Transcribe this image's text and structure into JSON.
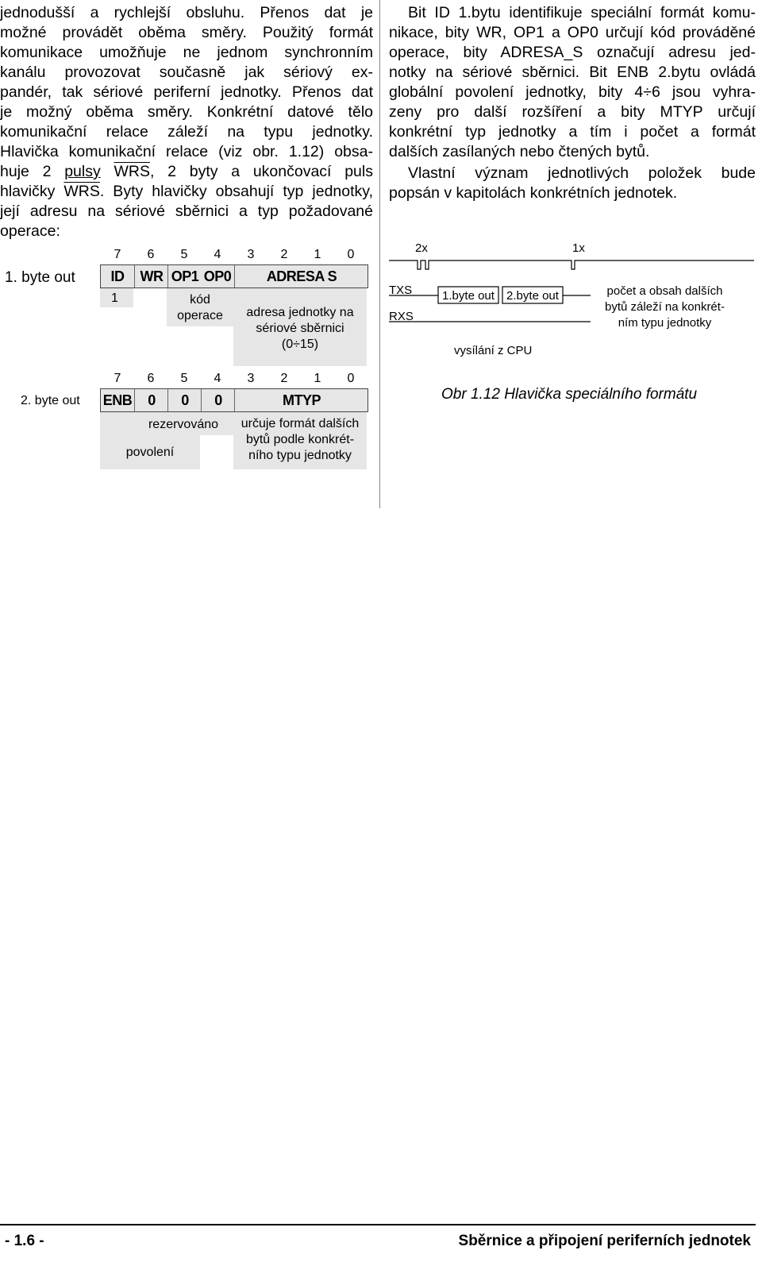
{
  "left_text_lines": [
    "jednodušší a rychlejší obsluhu. Přenos dat je",
    "možné provádět oběma směry. Použitý formát",
    "komunikace umožňuje ne jednom synchronním",
    "kanálu provozovat současně jak sériový ex-",
    "pandér, tak sériové periferní jednotky. Přenos dat",
    "je možný oběma směry. Konkrétní datové tělo",
    "komunikační relace záleží na typu jednotky.",
    "Hlavička komunikační relace (viz obr. 1.12) obsa-"
  ],
  "left_line9": {
    "a": "huje 2 ",
    "b": "pulsy",
    "c": " ",
    "d": "WRS",
    "e": ", 2 byty a ukončovací puls"
  },
  "left_line10": {
    "a": "hlavičky ",
    "b": "WRS",
    "c": ". Byty hlavičky obsahují typ jednotky,"
  },
  "left_tail_lines": [
    "její adresu na sériové sběrnici a typ požadované",
    "operace:"
  ],
  "byte1": {
    "label": "1. byte out",
    "bit_numbers": [
      "7",
      "6",
      "5",
      "4",
      "3",
      "2",
      "1",
      "0"
    ],
    "fields": {
      "id": "ID",
      "wr": "WR",
      "op1": "OP1",
      "op0": "OP0",
      "adresa": "ADRESA S"
    },
    "note_one": "1",
    "note_kod": [
      "kód",
      "operace"
    ],
    "note_adresa": [
      "adresa jednotky na",
      "sériové sběrnici",
      "(0÷15)"
    ]
  },
  "byte2": {
    "label": "2. byte out",
    "bit_numbers": [
      "7",
      "6",
      "5",
      "4",
      "3",
      "2",
      "1",
      "0"
    ],
    "fields": {
      "enb": "ENB",
      "b6": "0",
      "b5": "0",
      "b4": "0",
      "mtyp": "MTYP"
    },
    "note_rez": "rezervováno",
    "note_pov": "povolení",
    "note_mtyp": [
      "určuje formát dalších",
      "bytů podle konkrét-",
      "ního typu jednotky"
    ]
  },
  "right_text_lines": [
    "Bit ID 1.bytu identifikuje speciální formát komu-",
    "nikace, bity WR, OP1 a OP0 určují kód prováděné",
    "operace, bity ADRESA_S označují adresu jed-",
    "notky na sériové sběrnici. Bit ENB 2.bytu ovládá",
    "globální povolení jednotky, bity 4÷6 jsou vyhra-",
    "zeny pro další rozšíření a bity MTYP určují",
    "konkrétní typ jednotky a tím i počet a formát",
    "dalších zasílaných nebo čtených bytů."
  ],
  "right_para2_lines": [
    "Vlastní význam jednotlivých položek bude",
    "popsán v kapitolách konkrétních jednotek."
  ],
  "timing": {
    "label_2x": "2x",
    "label_1x": "1x",
    "txs": "TXS",
    "rxs": "RXS",
    "box1": "1.byte out",
    "box2": "2.byte out",
    "note": [
      "počet a obsah dalších",
      "bytů záleží na konkrét-",
      "ním typu jednotky"
    ],
    "cpu": "vysílání z CPU"
  },
  "caption": "Obr 1.12 Hlavička speciálního formátu",
  "footer": {
    "page": "- 1.6 -",
    "chapter": "Sběrnice a připojení periferních jednotek"
  }
}
